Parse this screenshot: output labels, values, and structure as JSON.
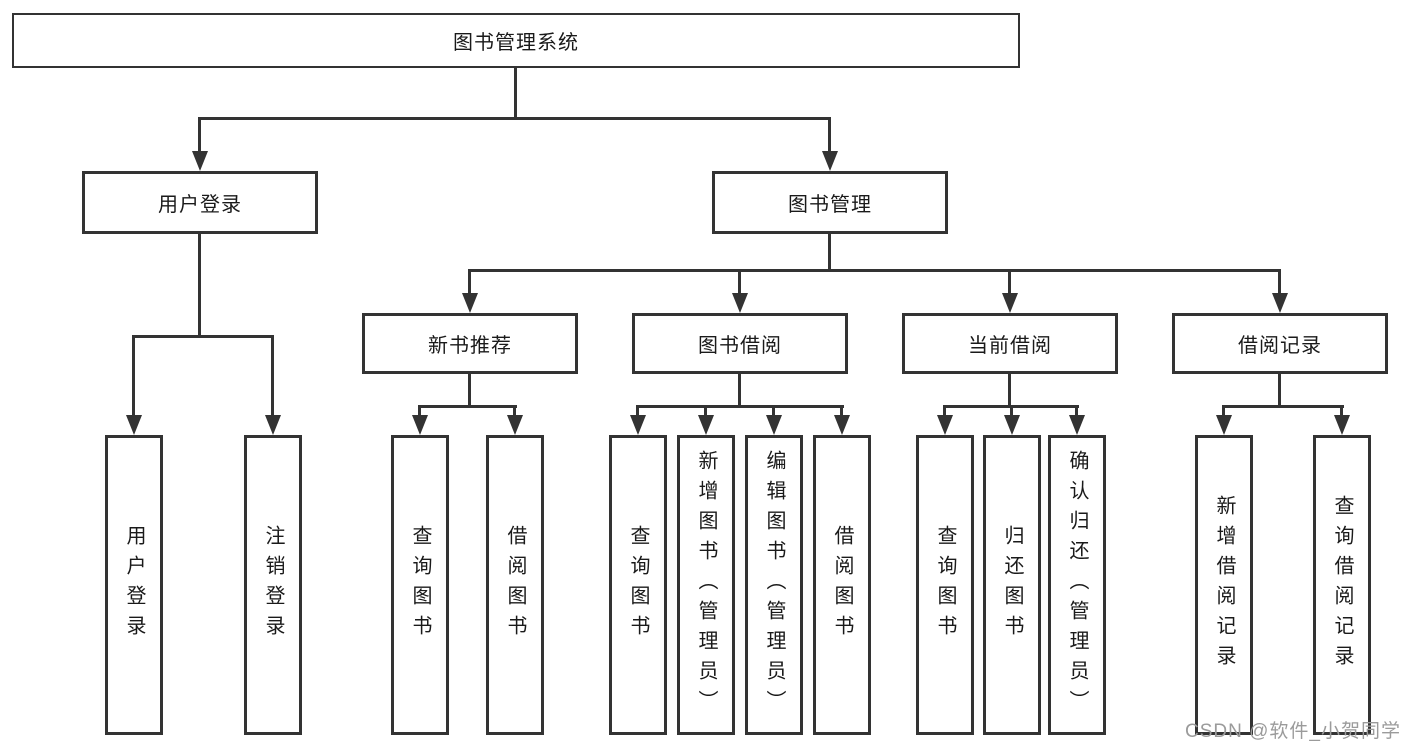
{
  "diagram": {
    "title": "图书管理系统",
    "root": {
      "label": "图书管理系统"
    },
    "level2": [
      {
        "label": "用户登录",
        "parent": "图书管理系统"
      },
      {
        "label": "图书管理",
        "parent": "图书管理系统"
      }
    ],
    "level3": [
      {
        "label": "新书推荐",
        "parent": "图书管理"
      },
      {
        "label": "图书借阅",
        "parent": "图书管理"
      },
      {
        "label": "当前借阅",
        "parent": "图书管理"
      },
      {
        "label": "借阅记录",
        "parent": "图书管理"
      }
    ],
    "leaves": [
      {
        "label": "用户登录",
        "parent": "用户登录"
      },
      {
        "label": "注销登录",
        "parent": "用户登录"
      },
      {
        "label": "查询图书",
        "parent": "新书推荐"
      },
      {
        "label": "借阅图书",
        "parent": "新书推荐"
      },
      {
        "label": "查询图书",
        "parent": "图书借阅"
      },
      {
        "label": "新增图书（管理员）",
        "parent": "图书借阅"
      },
      {
        "label": "编辑图书（管理员）",
        "parent": "图书借阅"
      },
      {
        "label": "借阅图书",
        "parent": "图书借阅"
      },
      {
        "label": "查询图书",
        "parent": "当前借阅"
      },
      {
        "label": "归还图书",
        "parent": "当前借阅"
      },
      {
        "label": "确认归还（管理员）",
        "parent": "当前借阅"
      },
      {
        "label": "新增借阅记录",
        "parent": "借阅记录"
      },
      {
        "label": "查询借阅记录",
        "parent": "借阅记录"
      }
    ],
    "watermark": "CSDN @软件_小贺同学",
    "colors": {
      "line": "#333333",
      "text": "#1a1a1a",
      "watermark": "#9b9b9b",
      "background": "#ffffff"
    }
  }
}
